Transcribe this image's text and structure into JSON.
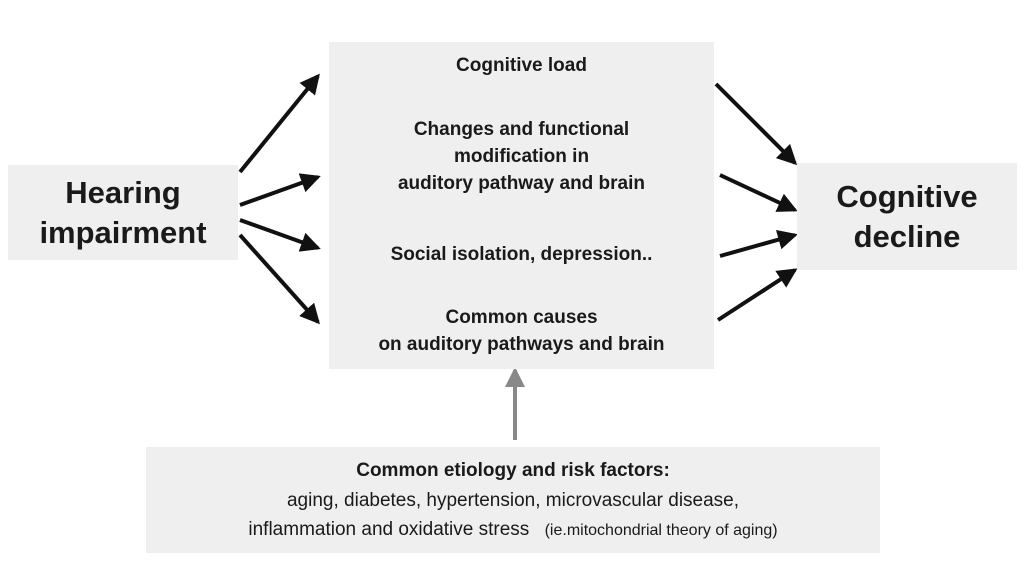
{
  "left_box": {
    "line1": "Hearing",
    "line2": "impairment"
  },
  "right_box": {
    "line1": "Cognitive",
    "line2": "decline"
  },
  "mechanisms": [
    {
      "lines": [
        "Cognitive load"
      ]
    },
    {
      "lines": [
        "Changes and functional",
        "modification in",
        "auditory pathway and brain"
      ]
    },
    {
      "lines": [
        "Social isolation, depression.."
      ]
    },
    {
      "lines": [
        "Common causes",
        "on auditory pathways and brain"
      ]
    }
  ],
  "etiology": {
    "heading": "Common etiology and risk factors:",
    "line1": "aging, diabetes, hypertension, microvascular disease,",
    "line2": "inflammation and oxidative stress",
    "line2_note": "(ie.mitochondrial theory of aging)"
  },
  "colors": {
    "box_fill": "#efefef",
    "arrow_black": "#111111",
    "arrow_gray": "#888888"
  }
}
